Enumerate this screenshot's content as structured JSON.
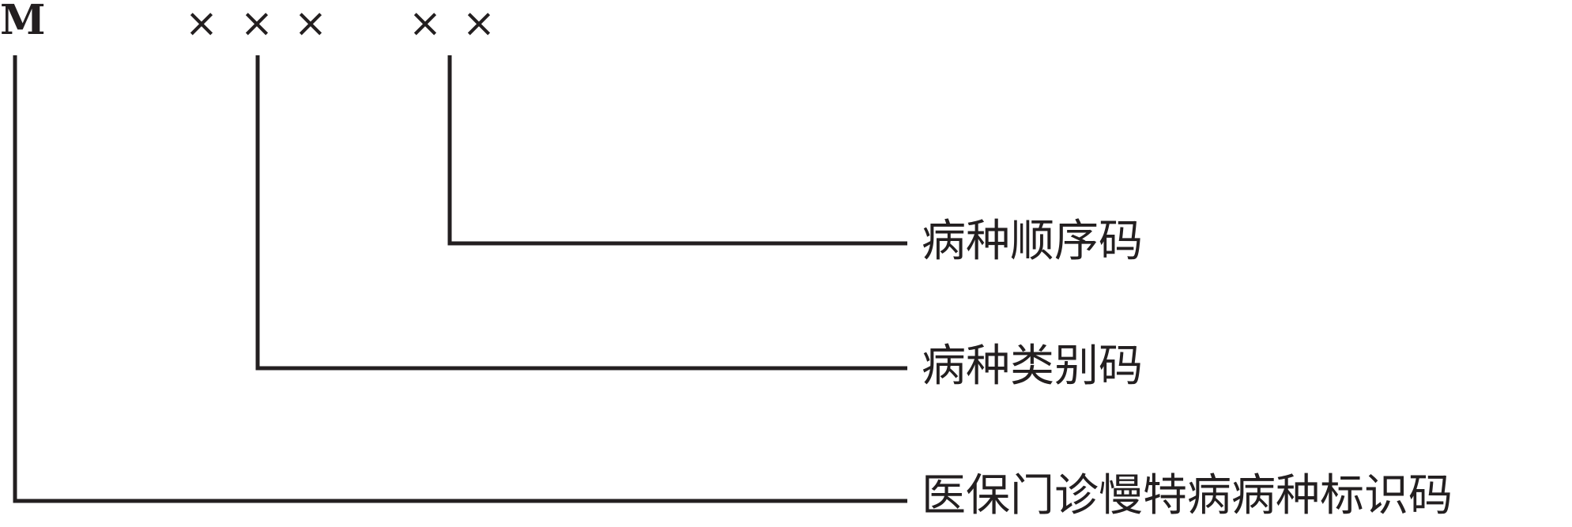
{
  "code": {
    "prefix": "M",
    "category_marks": [
      "×",
      "×",
      "×"
    ],
    "sequence_marks": [
      "×",
      "×"
    ]
  },
  "labels": {
    "sequence": "病种顺序码",
    "category": "病种类别码",
    "identifier": "医保门诊慢特病病种标识码"
  },
  "colors": {
    "ink": "#231f20"
  }
}
